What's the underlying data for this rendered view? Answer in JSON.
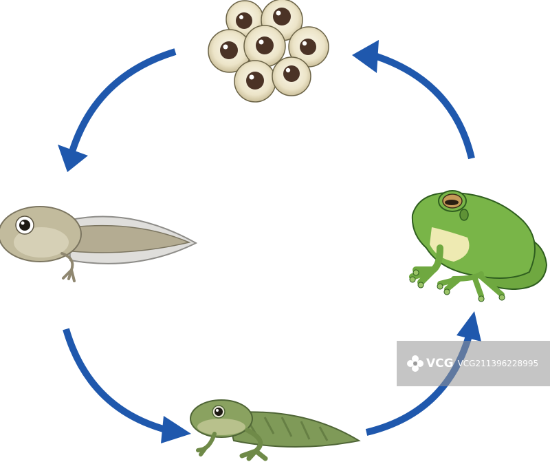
{
  "diagram": {
    "stages": [
      {
        "id": "eggs"
      },
      {
        "id": "tadpole"
      },
      {
        "id": "froglet"
      },
      {
        "id": "adult-frog"
      }
    ],
    "arrow_color": "#1f58ad"
  },
  "watermark": {
    "logo": "VCG",
    "id": "VCG211396228995"
  }
}
